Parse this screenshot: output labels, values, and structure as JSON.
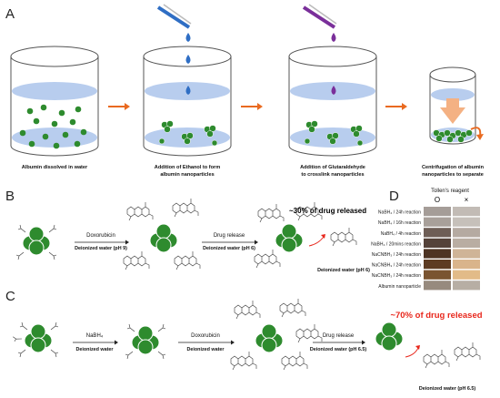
{
  "panels": {
    "a": "A",
    "b": "B",
    "c": "C",
    "d": "D"
  },
  "section_a": {
    "captions": [
      "Albumin dissolved in water",
      "Addition of Ethanol to form",
      "albumin nanoparticles",
      "Addition of Glutaraldehyde",
      "to crosslink nanoparticles",
      "Centrifugation of albumin",
      "nanoparticles to separate"
    ]
  },
  "section_b": {
    "step1_reagent": "Doxorubicin",
    "step1_condition": "Deionized water (pH 9)",
    "step2_reagent": "Drug release",
    "step2_condition": "Deionized water (pH 6)",
    "release_text": "~30% of drug released",
    "product_condition": "Deionized water (pH 6)"
  },
  "section_c": {
    "step1_reagent": "NaBH₄",
    "step1_condition": "Deionized water",
    "step2_reagent": "Doxorubicin",
    "step2_condition": "Deionized water",
    "step3_reagent": "Drug release",
    "step3_condition": "Deionized water (pH 6.5)",
    "release_text": "~70% of drug released",
    "product_condition": "Deionized water (pH 6.5)"
  },
  "section_d": {
    "header": "Tollen's reagent",
    "col_o": "O",
    "col_x": "×",
    "rows": [
      "NaBH₄ / 24h reaction",
      "NaBH₄ / 16h reaction",
      "NaBH₄ / 4h reaction",
      "NaBH₄ / 20mins reaction",
      "NaCNBH₃ / 24h reaction",
      "NaCNBH₃ / 24h reaction",
      "NaCNBH₃ / 24h reaction",
      "Albumin nanoparticle"
    ],
    "swatch_o": [
      "#a59d98",
      "#a8a09a",
      "#6e5e56",
      "#544239",
      "#4e3423",
      "#5e3c22",
      "#7a5430",
      "#978a7e"
    ],
    "swatch_x": [
      "#c2bbb5",
      "#c6c0ba",
      "#b5aaa1",
      "#b9ada2",
      "#cfb497",
      "#d9b48b",
      "#e2bb88",
      "#b7aea4"
    ]
  },
  "colors": {
    "accent_red": "#e8271c",
    "arrow_orange": "#e96a20",
    "nano_green": "#2e8b2e",
    "liquid_blue": "#b8cdee",
    "drop_blue": "#2f6ec4",
    "drop_purple": "#7a2f9a"
  },
  "icons": [
    "beaker-icon",
    "pipette-icon",
    "droplet-icon",
    "nanoparticle-icon",
    "centrifuge-tube-icon",
    "molecule-icon"
  ]
}
